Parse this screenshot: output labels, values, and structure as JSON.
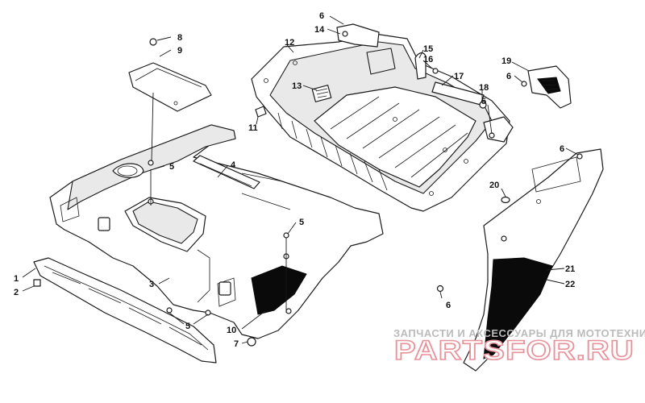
{
  "callouts": {
    "c1": "1",
    "c2": "2",
    "c3": "3",
    "c4": "4",
    "c5a": "5",
    "c5b": "5",
    "c5c": "5",
    "c5d": "5",
    "c6a": "6",
    "c6b": "6",
    "c6c": "6",
    "c6d": "6",
    "c7": "7",
    "c8": "8",
    "c9": "9",
    "c10": "10",
    "c11": "11",
    "c12": "12",
    "c13": "13",
    "c14": "14",
    "c15": "15",
    "c16": "16",
    "c17": "17",
    "c18": "18",
    "c19": "19",
    "c20": "20",
    "c21": "21",
    "c22": "22"
  },
  "watermark": {
    "tagline": "ЗАПЧАСТИ И АКСЕССУАРЫ ДЛЯ МОТОТЕХНИКИ",
    "brand": "PARTSFOR.RU"
  }
}
